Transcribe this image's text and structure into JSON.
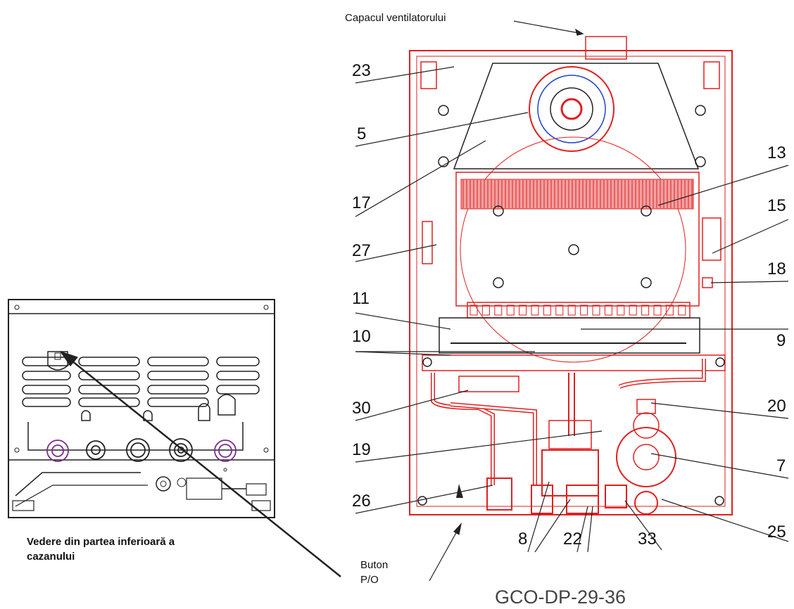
{
  "fan_cover_label": "Capacul  ventilatorului",
  "bottom_view_caption_line1": "Vedere din partea inferioară a",
  "bottom_view_caption_line2": "cazanului",
  "button_label_line1": "Buton",
  "button_label_line2": "P/O",
  "model_code": "GCO-DP-29-36",
  "callouts_left": [
    "23",
    "5",
    "17",
    "27",
    "11",
    "10",
    "30",
    "19",
    "26",
    "8",
    "22"
  ],
  "callouts_right": [
    "13",
    "15",
    "18",
    "9",
    "20",
    "7",
    "25",
    "33"
  ],
  "colors": {
    "drawing": "#e02020",
    "outline": "#222222",
    "text": "#111111",
    "model": "#444444"
  }
}
